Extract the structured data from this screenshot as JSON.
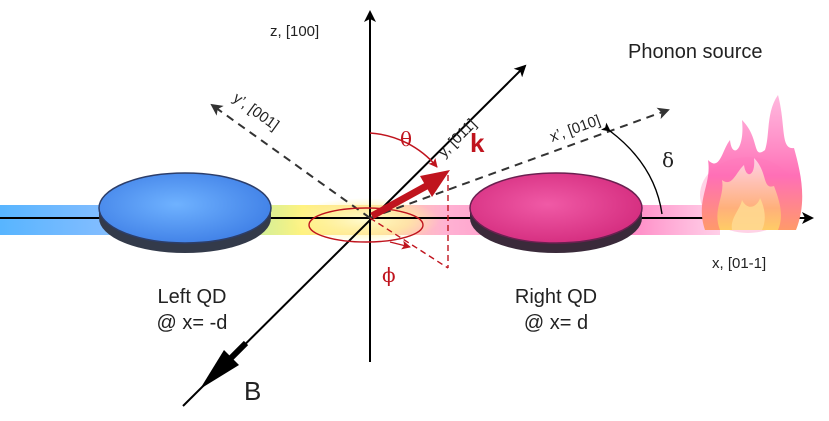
{
  "labels": {
    "z_axis": "z, [100]",
    "y_axis": "y, [011]",
    "x_axis": "x, [01-1]",
    "y_prime_axis": "y’, [001]",
    "x_prime_axis": "x’, [010]",
    "theta": "θ",
    "phi": "ϕ",
    "delta": "δ",
    "k_vector": "k",
    "b_field": "B",
    "phonon_source": "Phonon source",
    "left_qd_name": "Left QD",
    "left_qd_position": "@ x= -d",
    "right_qd_name": "Right QD",
    "right_qd_position": "@ x= d"
  },
  "colors": {
    "left_qd": "#4a8df0",
    "right_qd": "#e0388a",
    "accent": "#c0141e",
    "axis": "#000000"
  },
  "icons": {
    "phonon_source": "flame-icon"
  }
}
